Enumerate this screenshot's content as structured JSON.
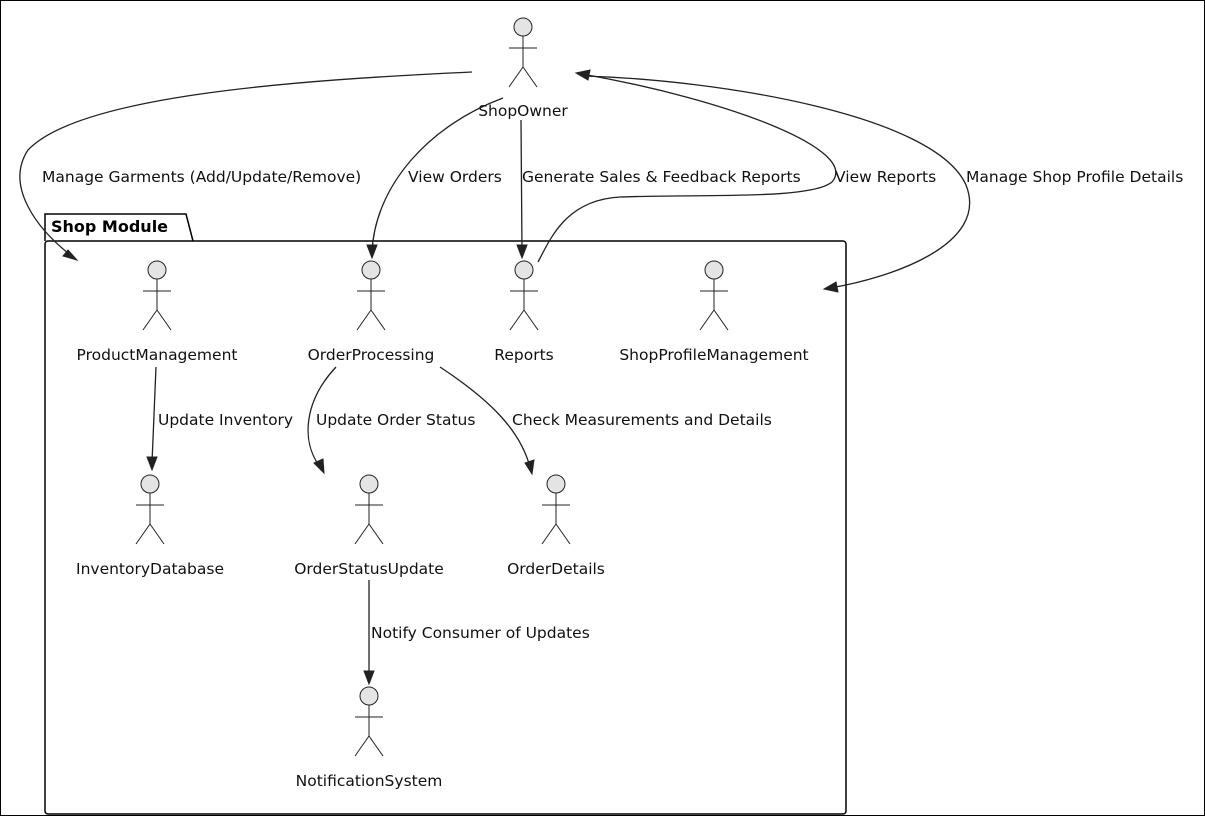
{
  "package": {
    "title": "Shop Module"
  },
  "actors": {
    "shop_owner": "ShopOwner",
    "product_management": "ProductManagement",
    "order_processing": "OrderProcessing",
    "reports": "Reports",
    "shop_profile_management": "ShopProfileManagement",
    "inventory_database": "InventoryDatabase",
    "order_status_update": "OrderStatusUpdate",
    "order_details": "OrderDetails",
    "notification_system": "NotificationSystem"
  },
  "relations": {
    "manage_garments": "Manage Garments (Add/Update/Remove)",
    "view_orders": "View Orders",
    "generate_reports": "Generate Sales & Feedback Reports",
    "view_reports": "View Reports",
    "manage_profile": "Manage Shop Profile Details",
    "update_inventory": "Update Inventory",
    "update_order_status": "Update Order Status",
    "check_measurements": "Check Measurements and Details",
    "notify_consumer": "Notify Consumer of Updates"
  }
}
